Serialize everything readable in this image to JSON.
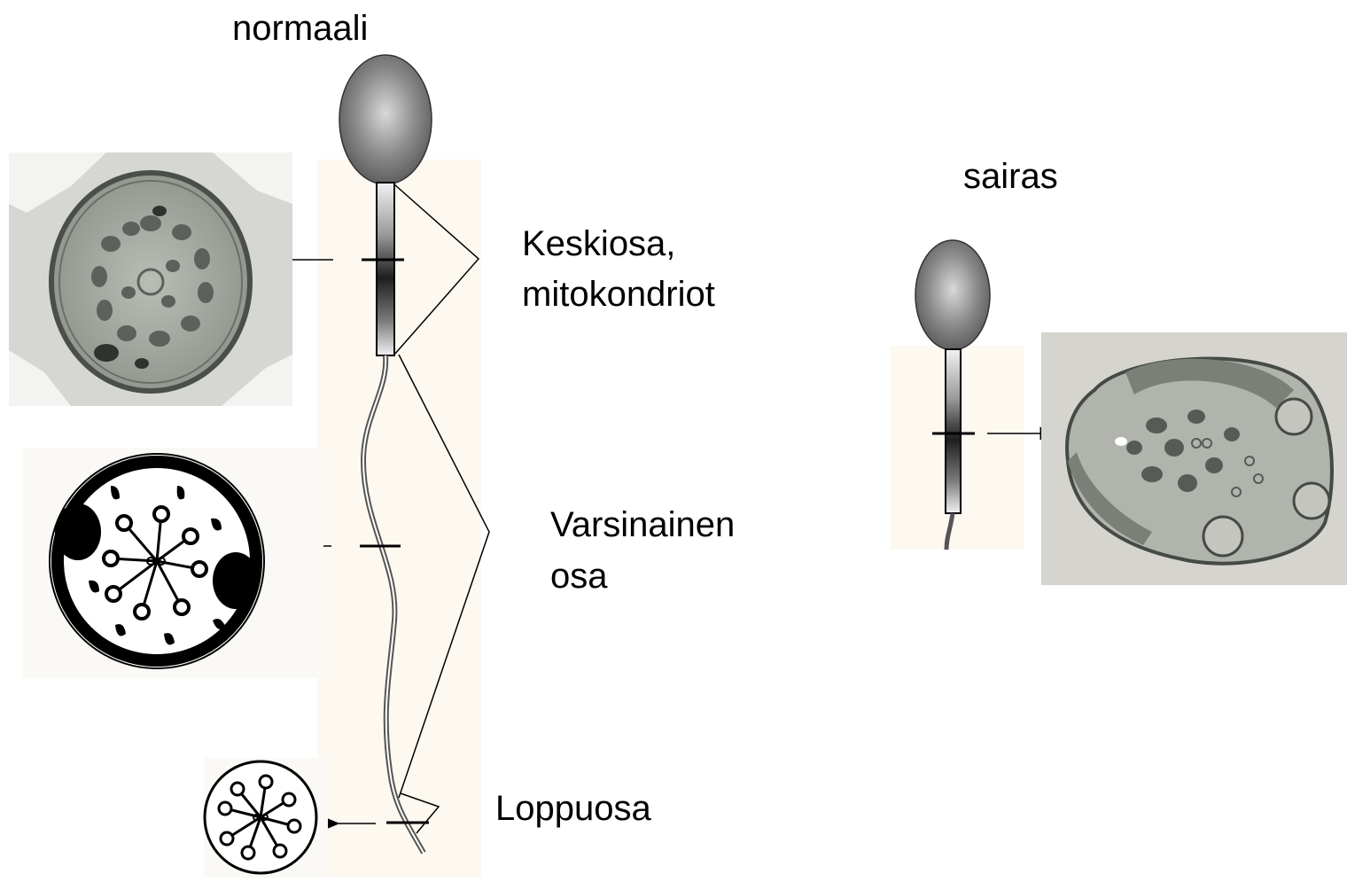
{
  "labels": {
    "normal": "normaali",
    "diseased": "sairas",
    "midpiece_line1": "Keskiosa,",
    "midpiece_line2": "mitokondriot",
    "principal_line1": "Varsinainen",
    "principal_line2": "osa",
    "endpiece": "Loppuosa"
  },
  "colors": {
    "head": "#6e6e6e",
    "head_highlight": "#d9d9d9",
    "em_background": "#c9c9c3",
    "em_dark": "#4f5650",
    "ink": "#000000",
    "shade": "#fdf8f0"
  }
}
